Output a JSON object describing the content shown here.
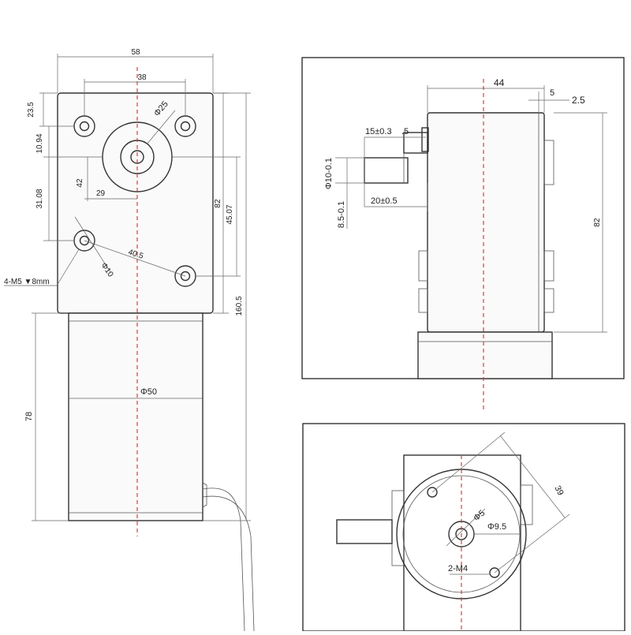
{
  "left_view": {
    "width_58": "58",
    "hole_spacing_38": "38",
    "top_offset_23_5": "23.5",
    "shaft_offset_10_94": "10.94",
    "hole_pitch_31_08": "31.08",
    "dim_42": "42",
    "dim_29": "29",
    "bore_dia": "Φ25",
    "height_82": "82",
    "dim_45_07": "45.07",
    "hole_dia": "Φ10",
    "diag_40_5": "40.5",
    "thread_note": "4-M5 ▼8mm",
    "total_length": "160.5",
    "motor_length": "78",
    "motor_dia": "Φ50"
  },
  "side_view": {
    "depth_44": "44",
    "dim_5": "5",
    "dim_2_5": "2.5",
    "shaft_len": "15±0.3",
    "shaft_len_tail": ".5",
    "shaft_dia": "Φ10-0.1",
    "flat_dim": "8.5-0.1",
    "shaft_total": "20±0.5",
    "height_82": "82"
  },
  "end_view": {
    "pcd_39": "39",
    "center_dia": "Φ5",
    "boss_dia": "Φ9.5",
    "thread_note": "2-M4"
  }
}
